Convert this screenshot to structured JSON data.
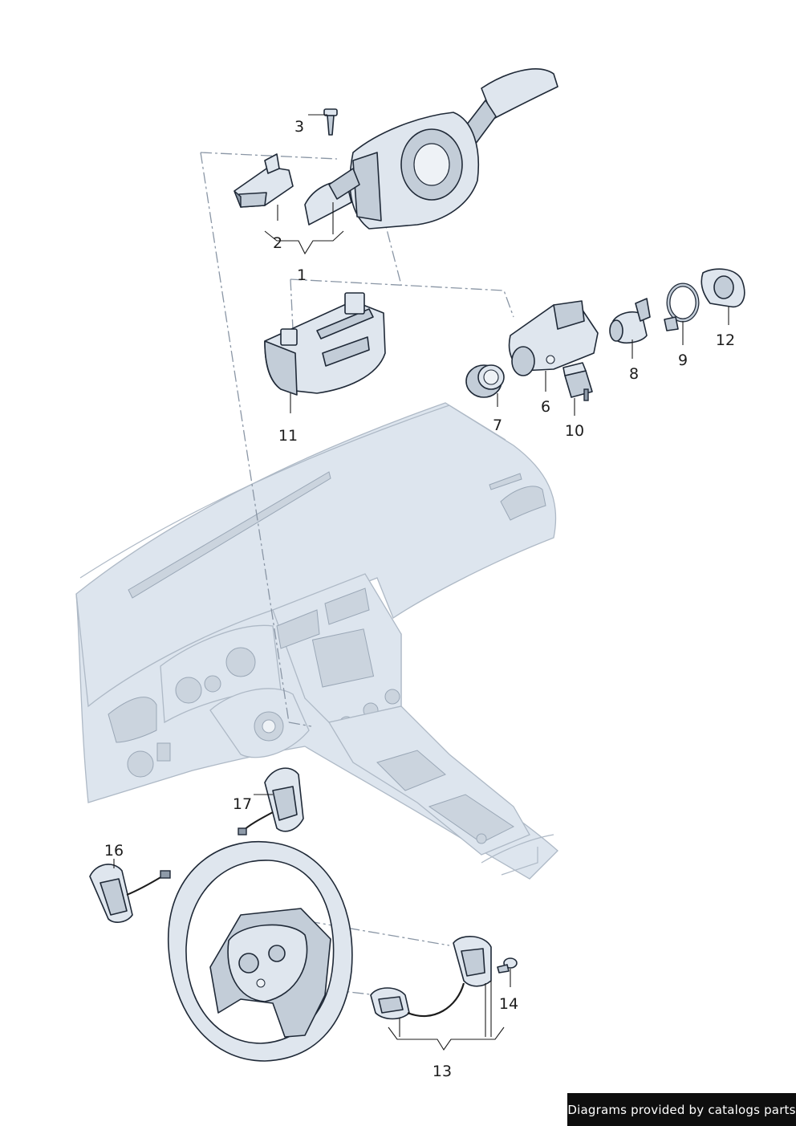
{
  "diagram": {
    "callouts": [
      "1",
      "2",
      "3",
      "6",
      "7",
      "8",
      "9",
      "10",
      "11",
      "12",
      "13",
      "14",
      "16",
      "17"
    ]
  },
  "footer": {
    "credit": "Diagrams provided by catalogs parts"
  }
}
